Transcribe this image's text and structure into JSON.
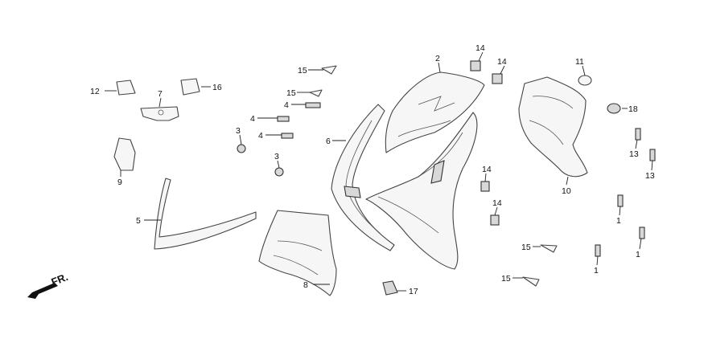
{
  "callouts": {
    "n1a": "1",
    "n1b": "1",
    "n1c": "1",
    "n2": "2",
    "n3a": "3",
    "n3b": "3",
    "n4a": "4",
    "n4b": "4",
    "n4c": "4",
    "n5": "5",
    "n6": "6",
    "n7": "7",
    "n8": "8",
    "n9": "9",
    "n10": "10",
    "n11": "11",
    "n12": "12",
    "n13a": "13",
    "n13b": "13",
    "n14a": "14",
    "n14b": "14",
    "n14c": "14",
    "n14d": "14",
    "n15a": "15",
    "n15b": "15",
    "n15c": "15",
    "n15d": "15",
    "n16": "16",
    "n17": "17",
    "n18": "18"
  },
  "direction_label": "FR."
}
